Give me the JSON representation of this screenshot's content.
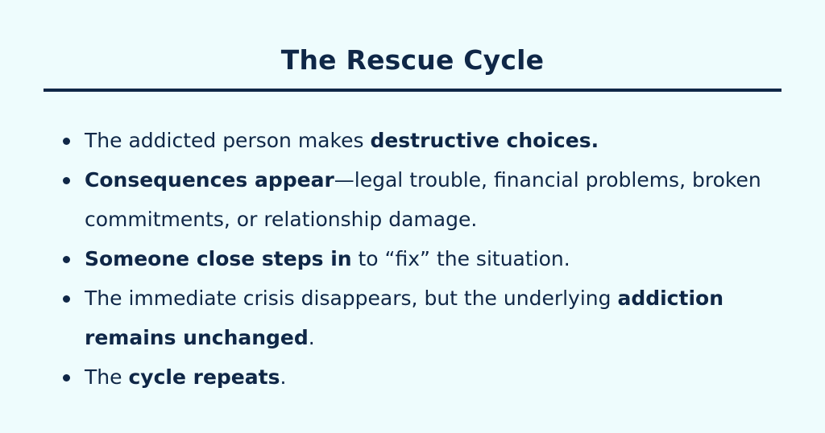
{
  "title": "The Rescue Cycle",
  "items": [
    {
      "pre": "The addicted person makes ",
      "bold": "destructive choices.",
      "post": ""
    },
    {
      "pre": "",
      "bold": "Consequences appear",
      "post": "—legal trouble, financial problems, broken commitments, or relationship damage."
    },
    {
      "pre": "",
      "bold": "Someone close steps in",
      "post": " to “fix” the situation."
    },
    {
      "pre": "The immediate crisis disappears, but the underlying ",
      "bold": "addiction remains unchanged",
      "post": "."
    },
    {
      "pre": "The ",
      "bold": "cycle repeats",
      "post": "."
    }
  ],
  "colors": {
    "background": "#eefcfd",
    "text": "#0f2747"
  }
}
